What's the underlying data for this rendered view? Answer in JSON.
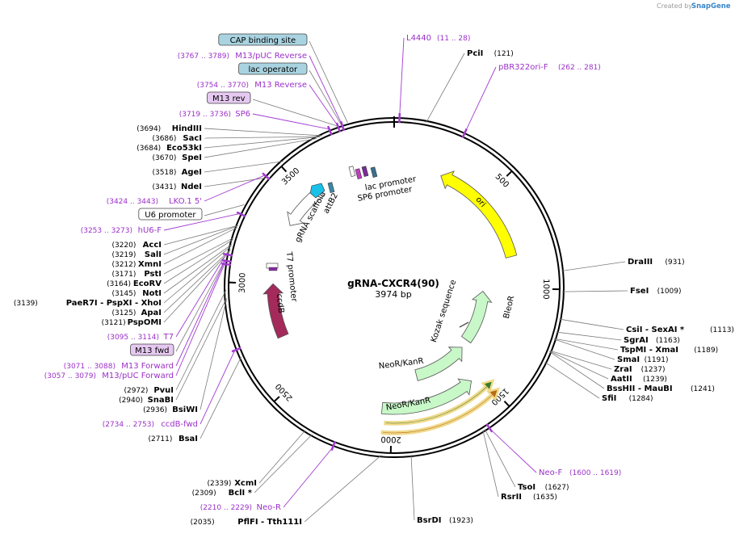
{
  "watermark": {
    "created_by": "Created by",
    "brand": "SnapGene"
  },
  "plasmid": {
    "name": "gRNA-CXCR4(90)",
    "length_label": "3974 bp",
    "length": 3974
  },
  "ticks": [
    {
      "bp": 500,
      "label": "500"
    },
    {
      "bp": 1000,
      "label": "1000"
    },
    {
      "bp": 1500,
      "label": "1500"
    },
    {
      "bp": 2000,
      "label": "2000"
    },
    {
      "bp": 2500,
      "label": "2500"
    },
    {
      "bp": 3000,
      "label": "3000"
    },
    {
      "bp": 3500,
      "label": "3500"
    }
  ],
  "right_labels": [
    {
      "kind": "feat",
      "name": "L4440",
      "pos": "(11 .. 28)",
      "bp": 20
    },
    {
      "kind": "site",
      "name": "PciI",
      "pos": "(121)",
      "bp": 121
    },
    {
      "kind": "feat",
      "name": "pBR322ori-F",
      "pos": "(262 .. 281)",
      "bp": 271
    },
    {
      "kind": "site",
      "name": "DraIII",
      "pos": "(931)",
      "bp": 931
    },
    {
      "kind": "site",
      "name": "FseI",
      "pos": "(1009)",
      "bp": 1009
    },
    {
      "kind": "site",
      "name": "CsiI  - SexAI *",
      "pos": "(1113)",
      "bp": 1113
    },
    {
      "kind": "site",
      "name": "SgrAI",
      "pos": "(1163)",
      "bp": 1163
    },
    {
      "kind": "site",
      "name": "TspMI  - XmaI",
      "pos": "(1189)",
      "bp": 1189
    },
    {
      "kind": "site",
      "name": "SmaI",
      "pos": "(1191)",
      "bp": 1191
    },
    {
      "kind": "site",
      "name": "ZraI",
      "pos": "(1237)",
      "bp": 1237
    },
    {
      "kind": "site",
      "name": "AatII",
      "pos": "(1239)",
      "bp": 1239
    },
    {
      "kind": "site",
      "name": "BssHII  - MauBI",
      "pos": "(1241)",
      "bp": 1241
    },
    {
      "kind": "site",
      "name": "SfiI",
      "pos": "(1284)",
      "bp": 1284
    },
    {
      "kind": "feat",
      "name": "Neo-F",
      "pos": "(1600 .. 1619)",
      "bp": 1610
    },
    {
      "kind": "site",
      "name": "TsoI",
      "pos": "(1627)",
      "bp": 1627
    },
    {
      "kind": "site",
      "name": "RsrII",
      "pos": "(1635)",
      "bp": 1635
    },
    {
      "kind": "site",
      "name": "BsrDI",
      "pos": "(1923)",
      "bp": 1923
    }
  ],
  "left_labels": [
    {
      "kind": "box",
      "name": "CAP binding site",
      "bp": 3800,
      "fill": "#a9d3e0"
    },
    {
      "kind": "feat",
      "name": "M13/pUC Reverse",
      "pos": "(3767 .. 3789)",
      "bp": 3778
    },
    {
      "kind": "box",
      "name": "lac operator",
      "bp": 3775,
      "fill": "#a9d3e0"
    },
    {
      "kind": "feat",
      "name": "M13 Reverse",
      "pos": "(3754 .. 3770)",
      "bp": 3762
    },
    {
      "kind": "boxp",
      "name": "M13 rev",
      "bp": 3760,
      "fill": "#e6c9f1"
    },
    {
      "kind": "feat",
      "name": "SP6",
      "pos": "(3719 .. 3736)",
      "bp": 3728
    },
    {
      "kind": "site",
      "name": "HindIII",
      "pos": "(3694)",
      "bp": 3694
    },
    {
      "kind": "site",
      "name": "SacI",
      "pos": "(3686)",
      "bp": 3686
    },
    {
      "kind": "site",
      "name": "Eco53kI",
      "pos": "(3684)",
      "bp": 3684
    },
    {
      "kind": "site",
      "name": "SpeI",
      "pos": "(3670)",
      "bp": 3670
    },
    {
      "kind": "site",
      "name": "AgeI",
      "pos": "(3518)",
      "bp": 3518
    },
    {
      "kind": "site",
      "name": "NdeI",
      "pos": "(3431)",
      "bp": 3431
    },
    {
      "kind": "feat",
      "name": "LKO.1 5'",
      "pos": "(3424 .. 3443)",
      "bp": 3433
    },
    {
      "kind": "box",
      "name": "U6 promoter",
      "bp": 3300,
      "fill": "#ffffff"
    },
    {
      "kind": "feat",
      "name": "hU6-F",
      "pos": "(3253 .. 3273)",
      "bp": 3263
    },
    {
      "kind": "site",
      "name": "AccI",
      "pos": "(3220)",
      "bp": 3220
    },
    {
      "kind": "site",
      "name": "SalI",
      "pos": "(3219)",
      "bp": 3219
    },
    {
      "kind": "site",
      "name": "XmnI",
      "pos": "(3212)",
      "bp": 3212
    },
    {
      "kind": "site",
      "name": "PstI",
      "pos": "(3171)",
      "bp": 3171
    },
    {
      "kind": "site",
      "name": "EcoRV",
      "pos": "(3164)",
      "bp": 3164
    },
    {
      "kind": "site",
      "name": "NotI",
      "pos": "(3145)",
      "bp": 3145
    },
    {
      "kind": "site",
      "name": "PaeR7I  - PspXI  - XhoI",
      "pos": "(3139)",
      "bp": 3139,
      "pos_first": true
    },
    {
      "kind": "site",
      "name": "ApaI",
      "pos": "(3125)",
      "bp": 3125
    },
    {
      "kind": "site",
      "name": "PspOMI",
      "pos": "(3121)",
      "bp": 3121
    },
    {
      "kind": "feat",
      "name": "T7",
      "pos": "(3095 .. 3114)",
      "bp": 3104
    },
    {
      "kind": "boxp",
      "name": "M13 fwd",
      "bp": 3085,
      "fill": "#e6c9f1"
    },
    {
      "kind": "feat",
      "name": "M13 Forward",
      "pos": "(3071 .. 3088)",
      "bp": 3080
    },
    {
      "kind": "feat",
      "name": "M13/pUC Forward",
      "pos": "(3057 .. 3079)",
      "bp": 3068
    },
    {
      "kind": "site",
      "name": "PvuI",
      "pos": "(2972)",
      "bp": 2972
    },
    {
      "kind": "site",
      "name": "SnaBI",
      "pos": "(2940)",
      "bp": 2940
    },
    {
      "kind": "site",
      "name": "BsiWI",
      "pos": "(2936)",
      "bp": 2936
    },
    {
      "kind": "feat",
      "name": "ccdB-fwd",
      "pos": "(2734 .. 2753)",
      "bp": 2743
    },
    {
      "kind": "site",
      "name": "BsaI",
      "pos": "(2711)",
      "bp": 2711
    },
    {
      "kind": "site",
      "name": "XcmI",
      "pos": "(2339)",
      "bp": 2339
    },
    {
      "kind": "site",
      "name": "BclI *",
      "pos": "(2309)",
      "bp": 2309
    },
    {
      "kind": "feat",
      "name": "Neo-R",
      "pos": "(2210 .. 2229)",
      "bp": 2219
    },
    {
      "kind": "site",
      "name": "PflFI  - Tth111I",
      "pos": "(2035)",
      "bp": 2035
    }
  ],
  "features": [
    {
      "name": "ori",
      "start": 250,
      "end": 830,
      "color": "#ffff00",
      "dir": "ccw",
      "r": 150
    },
    {
      "name": "BleoR",
      "start": 1020,
      "end": 1390,
      "color": "#c8f7c8",
      "dir": "ccw",
      "r": 110
    },
    {
      "name": "NeoR/KanR",
      "start": 1550,
      "end": 2050,
      "color": "#c8f7c8",
      "dir": "ccw",
      "r": 150
    },
    {
      "name": "ccdB",
      "start": 2720,
      "end": 3000,
      "color": "#a32a5a",
      "dir": "cw",
      "r": 150
    },
    {
      "name": "gRNA scaffold",
      "start": 3320,
      "end": 3560,
      "color": "#ffffff",
      "dir": "ccw",
      "r": 150
    }
  ],
  "inner_labels": {
    "lac_promoter": "lac promoter",
    "sp6_promoter": "SP6 promoter",
    "attb2": "attB2",
    "grna_scaffold": "gRNA scaffold",
    "t7_promoter": "T7 promoter",
    "ccdb": "ccdB",
    "ori": "ori",
    "bleor": "BleoR",
    "kozak": "Kozak sequence",
    "neor_kanr_inner": "NeoR/KanR",
    "neor_kanr_outer": "NeoR/KanR"
  }
}
